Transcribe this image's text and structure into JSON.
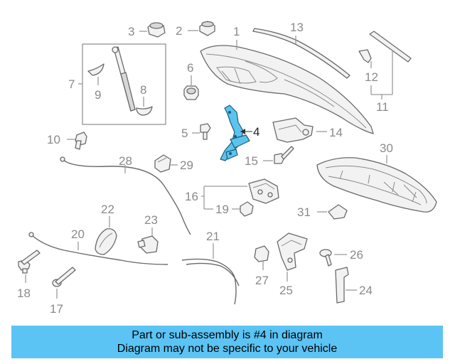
{
  "diagram": {
    "highlight_color": "#5bc4ee",
    "highlighted_part": "4",
    "callouts": [
      "1",
      "2",
      "3",
      "4",
      "5",
      "6",
      "7",
      "8",
      "9",
      "10",
      "11",
      "12",
      "13",
      "14",
      "15",
      "16",
      "17",
      "18",
      "19",
      "20",
      "21",
      "22",
      "23",
      "24",
      "25",
      "26",
      "27",
      "28",
      "29",
      "30",
      "31"
    ]
  },
  "footer": {
    "background_color": "#5bc4f5",
    "line1": "Part or sub-assembly is #4 in diagram",
    "line2": "Diagram may not be specific to your vehicle"
  }
}
